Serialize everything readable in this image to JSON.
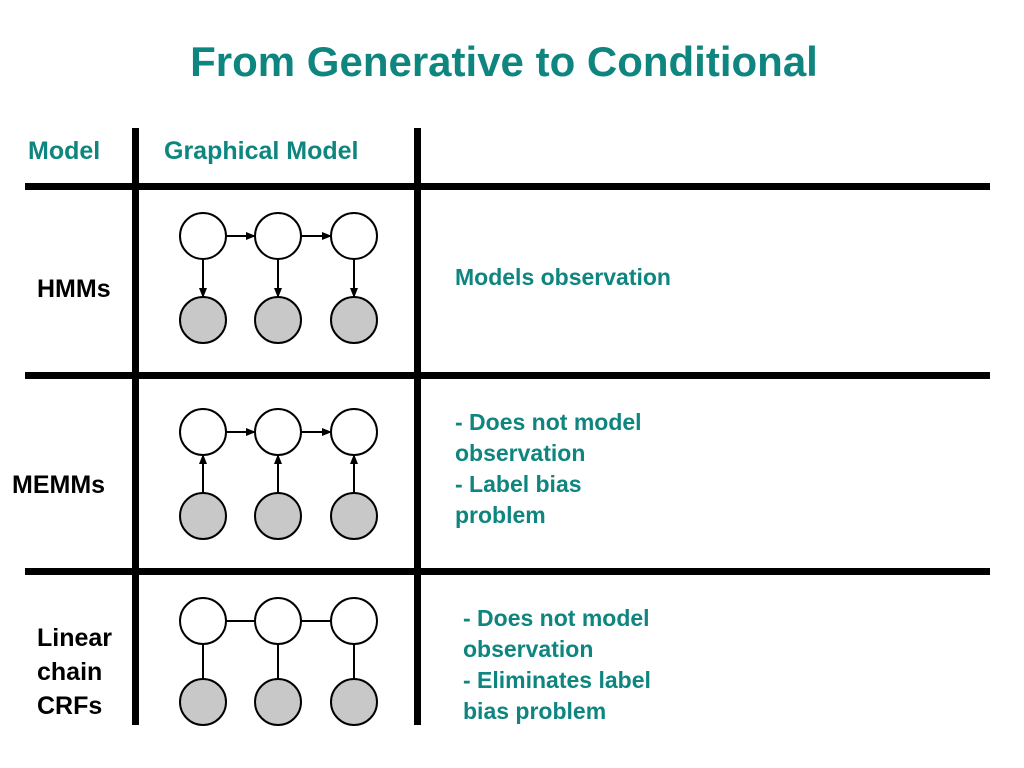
{
  "title": "From Generative to Conditional",
  "headers": {
    "model": "Model",
    "graphical_model": "Graphical Model"
  },
  "colors": {
    "accent": "#0e857f",
    "observed_node": "#c8c8c8",
    "hidden_node": "#ffffff"
  },
  "rows": [
    {
      "model": "HMMs",
      "edge_style": "arrows-down",
      "description": [
        "Models observation"
      ]
    },
    {
      "model": "MEMMs",
      "edge_style": "arrows-up",
      "description": [
        "- Does not model",
        "observation",
        "- Label bias",
        "problem"
      ]
    },
    {
      "model_lines": [
        "Linear",
        "chain",
        "CRFs"
      ],
      "edge_style": "undirected",
      "description": [
        "- Does not model",
        "observation",
        "- Eliminates label",
        "bias problem"
      ]
    }
  ]
}
